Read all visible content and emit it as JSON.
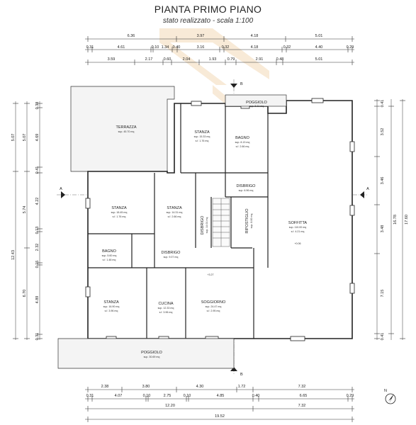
{
  "header": {
    "title": "PIANTA PRIMO PIANO",
    "subtitle": "stato realizzato - scala 1:100"
  },
  "dimensions": {
    "top_row1": [
      "6.36",
      "3.97",
      "4.18",
      "5.01"
    ],
    "top_row2": [
      "0.31",
      "4.61",
      "0.10",
      "1.34",
      "0.40",
      "3.16",
      "0.32",
      "4.18",
      "0.32",
      "4.40",
      "0.29"
    ],
    "top_row3": [
      "3.59",
      "2.17",
      "0.60",
      "2.04",
      "1.93",
      "0.79",
      "2.91",
      "0.48",
      "5.01"
    ],
    "bottom_row1": [
      "2.38",
      "3.80",
      "4.30",
      "1.72",
      "7.32"
    ],
    "bottom_row2": [
      "0.31",
      "4.07",
      "0.10",
      "2.75",
      "0.10",
      "4.85",
      "0.40",
      "6.65",
      "0.29"
    ],
    "bottom_row3": [
      "12.20",
      "7.32"
    ],
    "bottom_total": "19.52",
    "left_outer": [
      "5.07",
      "12.43"
    ],
    "left_mid": [
      "5.07",
      "5.74",
      "6.70"
    ],
    "left_inner": [
      "0.38",
      "4.69",
      "0.41",
      "4.22",
      "0.13",
      "2.32",
      "0.15",
      "4.89",
      "0.31"
    ],
    "right_outer": [
      "17.60"
    ],
    "right_mid": [
      "16.78"
    ],
    "right_inner": [
      "0.41",
      "3.52",
      "3.46",
      "3.48",
      "7.15",
      "0.41"
    ]
  },
  "section_marks": {
    "a": "A",
    "b": "B"
  },
  "rooms": [
    {
      "name": "TERRAZZA",
      "area": "sup. 45.70 mq",
      "ratio": ""
    },
    {
      "name": "STANZA",
      "area": "sup. 15.33 mq",
      "ratio": "s.f. 1.76 mq"
    },
    {
      "name": "BAGNO",
      "area": "sup. 8.13 mq",
      "ratio": "s.f. 2.66 mq"
    },
    {
      "name": "POGGIOLO",
      "area": "sup. 5.11 mq",
      "ratio": ""
    },
    {
      "name": "DISBRIGO",
      "area": "sup. 6.96 mq",
      "ratio": ""
    },
    {
      "name": "STANZA",
      "area": "sup. 18.45 mq",
      "ratio": "s.f. 1.76 mq"
    },
    {
      "name": "STANZA",
      "area": "sup. 14.31 mq",
      "ratio": "s.f. 2.66 mq"
    },
    {
      "name": "DISBRIGO",
      "area": "sup. 14.01 mq",
      "ratio": ""
    },
    {
      "name": "RIPOSTIGLIO",
      "area": "sup. 8.00 mq",
      "ratio": ""
    },
    {
      "name": "SOFFITTA",
      "area": "sup. 110.00 mq",
      "ratio": "s.f. 4.21 mq"
    },
    {
      "name": "BAGNO",
      "area": "sup. 5.60 mq",
      "ratio": "s.f. 1.48 mq"
    },
    {
      "name": "DISBRIGO",
      "area": "sup. 9.07 mq",
      "ratio": ""
    },
    {
      "name": "STANZA",
      "area": "sup. 16.90 mq",
      "ratio": "s.f. 3.96 mq"
    },
    {
      "name": "CUCINA",
      "area": "sup. 12.33 mq",
      "ratio": "s.f. 3.96 mq"
    },
    {
      "name": "SOGGIORNO",
      "area": "sup. 24.47 mq",
      "ratio": "s.f. 2.95 mq"
    },
    {
      "name": "POGGIOLO",
      "area": "sup. 30.69 mq",
      "ratio": ""
    }
  ],
  "levels": [
    "+3.27",
    "+0.06"
  ],
  "north": "N"
}
